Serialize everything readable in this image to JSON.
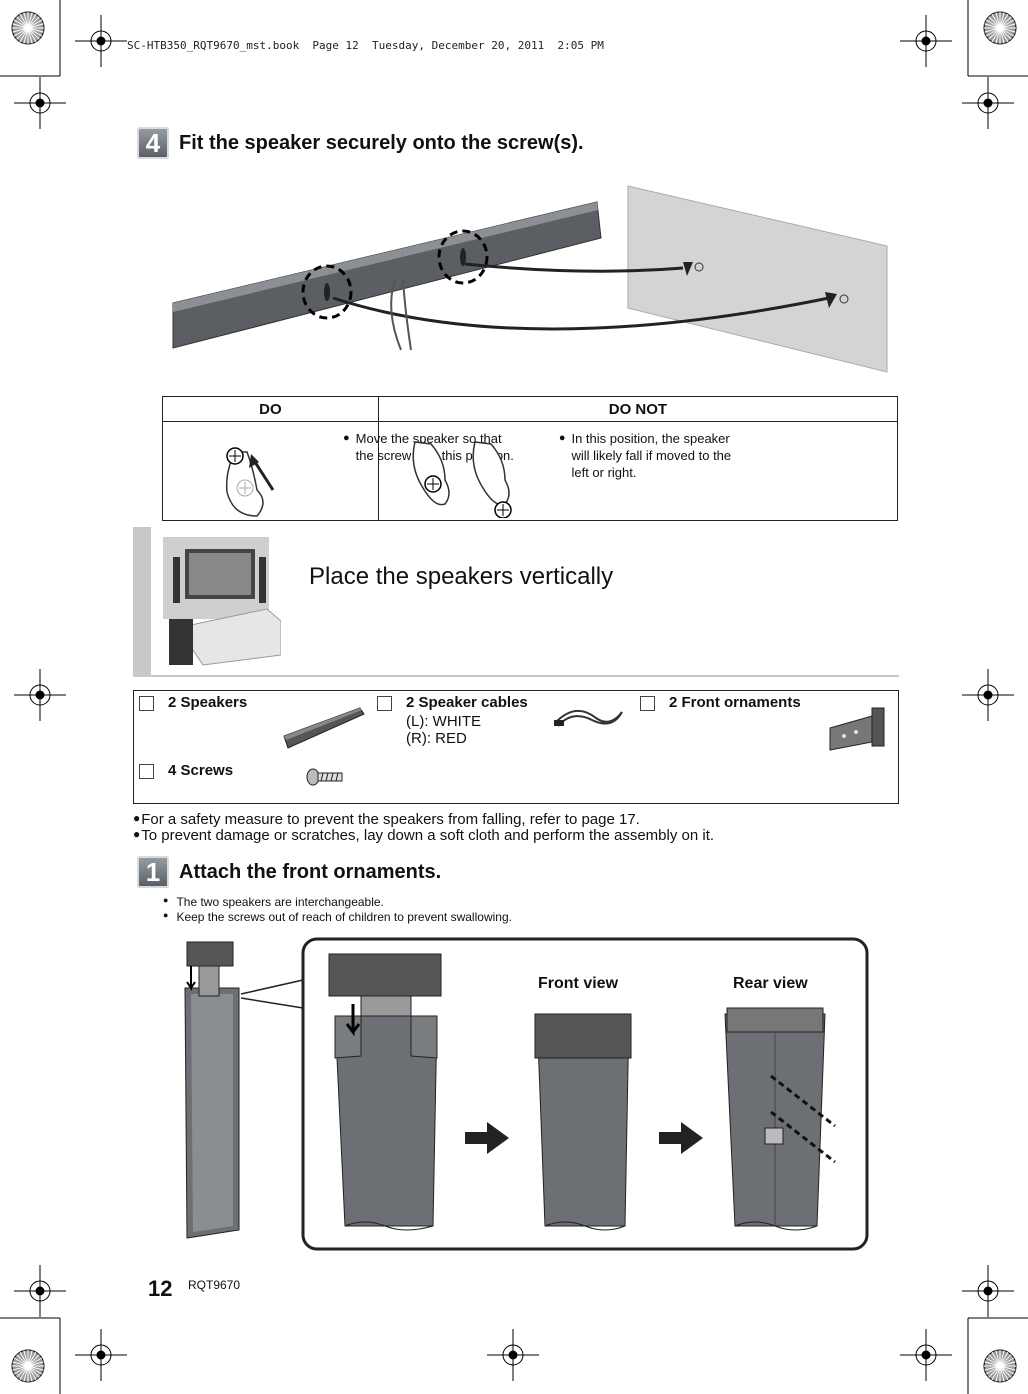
{
  "print_header": "SC-HTB350_RQT9670_mst.book  Page 12  Tuesday, December 20, 2011  2:05 PM",
  "step4": {
    "number": "4",
    "title": "Fit the speaker securely onto the screw(s)."
  },
  "do_table": {
    "do_header": "DO",
    "dont_header": "DO NOT",
    "do_text": "Move the speaker so that the screw is in this position.",
    "dont_text": "In this position, the speaker will likely fall if moved to the left or right."
  },
  "banner": {
    "title": "Place the speakers vertically"
  },
  "items": [
    {
      "label": "2 Speakers",
      "sub": []
    },
    {
      "label": "2 Speaker cables",
      "sub": [
        "(L): WHITE",
        "(R): RED"
      ]
    },
    {
      "label": "2 Front ornaments",
      "sub": []
    },
    {
      "label": "4 Screws",
      "sub": []
    }
  ],
  "notes": [
    "For a safety measure to prevent the speakers from falling, refer to page 17.",
    "To prevent damage or scratches, lay down a soft cloth and perform the assembly on it."
  ],
  "step1": {
    "number": "1",
    "title": "Attach the front ornaments."
  },
  "step1_notes": [
    "The two speakers are interchangeable.",
    "Keep the screws out of reach of children to prevent swallowing."
  ],
  "views": {
    "front": "Front view",
    "rear": "Rear view"
  },
  "footer": {
    "page_number": "12",
    "code": "RQT9670"
  },
  "bullet_glyph": "●"
}
